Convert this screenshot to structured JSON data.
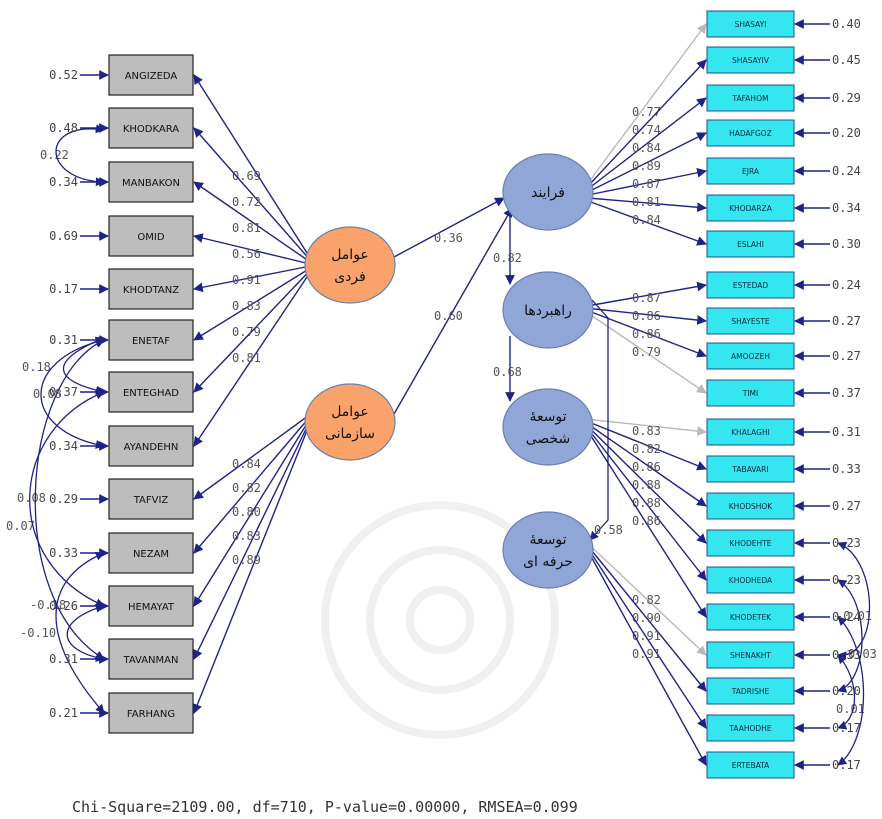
{
  "left_indicators": [
    {
      "name": "ANGIZEDA",
      "error": "0.52"
    },
    {
      "name": "KHODKARA",
      "error": "0.48"
    },
    {
      "name": "MANBAKON",
      "error": "0.34"
    },
    {
      "name": "OMID",
      "error": "0.69"
    },
    {
      "name": "KHODTANZ",
      "error": "0.17"
    },
    {
      "name": "ENETAF",
      "error": "0.31"
    },
    {
      "name": "ENTEGHAD",
      "error": "0.37"
    },
    {
      "name": "AYANDEHN",
      "error": "0.34"
    },
    {
      "name": "TAFVIZ",
      "error": "0.29"
    },
    {
      "name": "NEZAM",
      "error": "0.33"
    },
    {
      "name": "HEMAYAT",
      "error": "0.26"
    },
    {
      "name": "TAVANMAN",
      "error": "0.31"
    },
    {
      "name": "FARHANG",
      "error": "0.21"
    }
  ],
  "right_indicators": [
    {
      "name": "SHASAYI",
      "error": "0.40"
    },
    {
      "name": "SHASAYIV",
      "error": "0.45"
    },
    {
      "name": "TAFAHOM",
      "error": "0.29"
    },
    {
      "name": "HADAFGOZ",
      "error": "0.20"
    },
    {
      "name": "EJRA",
      "error": "0.24"
    },
    {
      "name": "KHODARZA",
      "error": "0.34"
    },
    {
      "name": "ESLAHI",
      "error": "0.30"
    },
    {
      "name": "ESTEDAD",
      "error": "0.24"
    },
    {
      "name": "SHAYESTE",
      "error": "0.27"
    },
    {
      "name": "AMOOZEH",
      "error": "0.27"
    },
    {
      "name": "TIMI",
      "error": "0.37"
    },
    {
      "name": "KHALAGHI",
      "error": "0.31"
    },
    {
      "name": "TABAVARI",
      "error": "0.33"
    },
    {
      "name": "KHODSHOK",
      "error": "0.27"
    },
    {
      "name": "KHODEHTE",
      "error": "0.23"
    },
    {
      "name": "KHODHEDA",
      "error": "0.23"
    },
    {
      "name": "KHODETEK",
      "error": "0.24"
    },
    {
      "name": "SHENAKHT",
      "error": "0.33"
    },
    {
      "name": "TADRISHE",
      "error": "0.20"
    },
    {
      "name": "TAAHODHE",
      "error": "0.17"
    },
    {
      "name": "ERTEBATA",
      "error": "0.17"
    }
  ],
  "latents": {
    "individual": [
      "عوامل",
      "فردی"
    ],
    "organizational": [
      "عوامل",
      "سازمانی"
    ],
    "process": [
      "فرایند"
    ],
    "strategies": [
      "راهبردها"
    ],
    "personal": [
      "توسعهٔ",
      "شخصی"
    ],
    "professional": [
      "توسعهٔ",
      "حرفه ای"
    ]
  },
  "loadings": {
    "individual": [
      "0.69",
      "0.72",
      "0.81",
      "0.56",
      "0.91",
      "0.83",
      "0.79",
      "0.81"
    ],
    "organizational": [
      "0.84",
      "0.82",
      "0.80",
      "0.83",
      "0.89"
    ],
    "process": [
      "0.77",
      "0.74",
      "0.84",
      "0.89",
      "0.87",
      "0.81",
      "0.84"
    ],
    "strategies": [
      "0.87",
      "0.86",
      "0.86",
      "0.79"
    ],
    "personal": [
      "0.83",
      "0.82",
      "0.86",
      "0.88",
      "0.88",
      "0.86"
    ],
    "professional": [
      "0.82",
      "0.90",
      "0.91",
      "0.91"
    ]
  },
  "paths": {
    "individual_to_process": "0.36",
    "organizational_to_process": "0.60",
    "process_to_strategies": "0.82",
    "process_to_personal": "0.68",
    "process_to_professional": "0.58"
  },
  "covariances_left": [
    "0.22",
    "0.18",
    "0.08",
    "0.07",
    "0.08",
    "-0.18",
    "-0.10"
  ],
  "covariances_right": [
    "-0.01",
    "0.03",
    "0.01"
  ],
  "colors": {
    "box_left": "#bdbdbd",
    "box_right": "#33e6f0",
    "latent_orange": "#f9a36b",
    "latent_blue": "#8fa6d6",
    "arrow_navy": "#1f2386",
    "arrow_gray": "#b9b9b9"
  },
  "fit_statistics": "Chi-Square=2109.00, df=710, P-value=0.00000, RMSEA=0.099"
}
